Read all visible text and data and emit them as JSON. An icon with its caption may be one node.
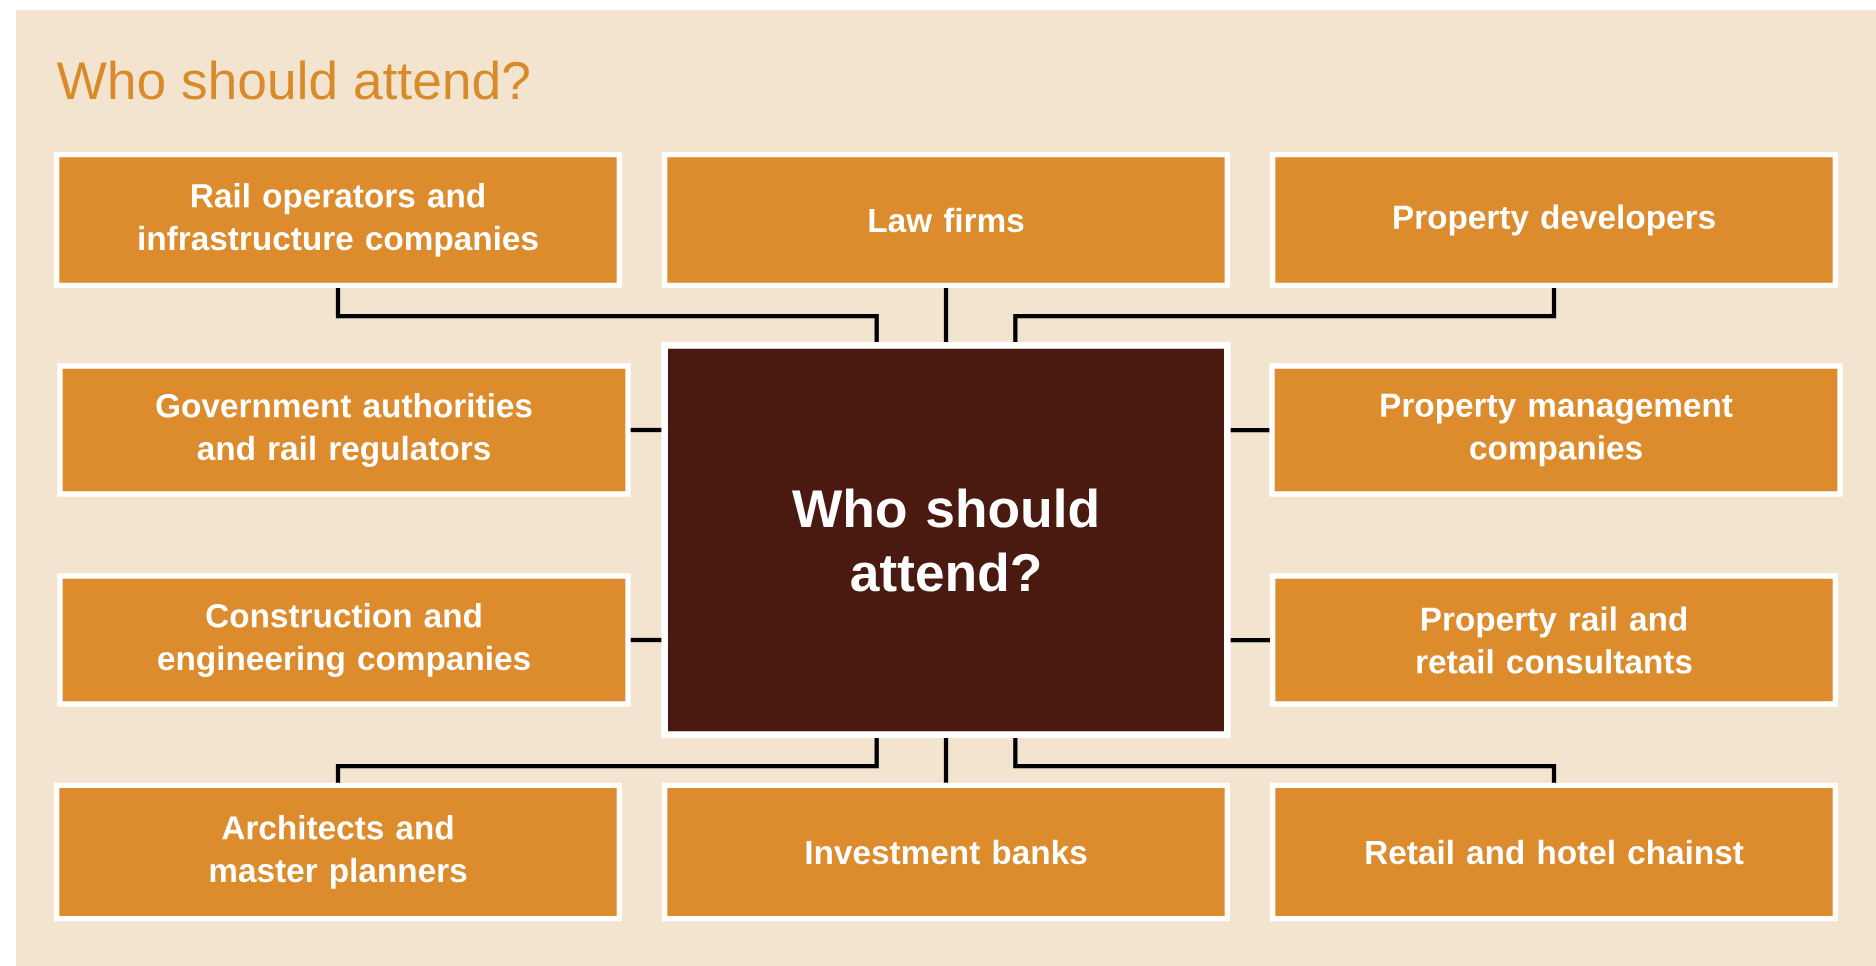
{
  "diagram": {
    "title": "Who should attend?",
    "nodes": [
      {
        "text": [
          "Rail operators and infrastructure companies"
        ]
      },
      {
        "text": [
          "Law firms"
        ]
      },
      {
        "text": [
          "Property developers"
        ]
      },
      {
        "text": [
          "Government authorities and rail regulators"
        ]
      },
      {
        "text": [
          "Who should attend?"
        ]
      },
      {
        "text": [
          "Property management companies"
        ]
      },
      {
        "text": [
          "Construction and engineering companies"
        ]
      },
      {
        "text": [
          "Property rail and retail consultants"
        ]
      },
      {
        "text": [
          "Architects and master planners"
        ]
      },
      {
        "text": [
          "Investment banks"
        ]
      },
      {
        "text": [
          "Retail and hotel chainst"
        ]
      }
    ],
    "edges": [
      {
        "from": 4,
        "to": 0,
        "arrow": "none"
      },
      {
        "from": 4,
        "to": 1,
        "arrow": "none"
      },
      {
        "from": 4,
        "to": 2,
        "arrow": "none"
      },
      {
        "from": 4,
        "to": 3,
        "arrow": "none"
      },
      {
        "from": 4,
        "to": 5,
        "arrow": "none"
      },
      {
        "from": 4,
        "to": 6,
        "arrow": "none"
      },
      {
        "from": 4,
        "to": 7,
        "arrow": "none"
      },
      {
        "from": 4,
        "to": 8,
        "arrow": "none"
      },
      {
        "from": 4,
        "to": 9,
        "arrow": "none"
      },
      {
        "from": 4,
        "to": 10,
        "arrow": "none"
      }
    ]
  }
}
